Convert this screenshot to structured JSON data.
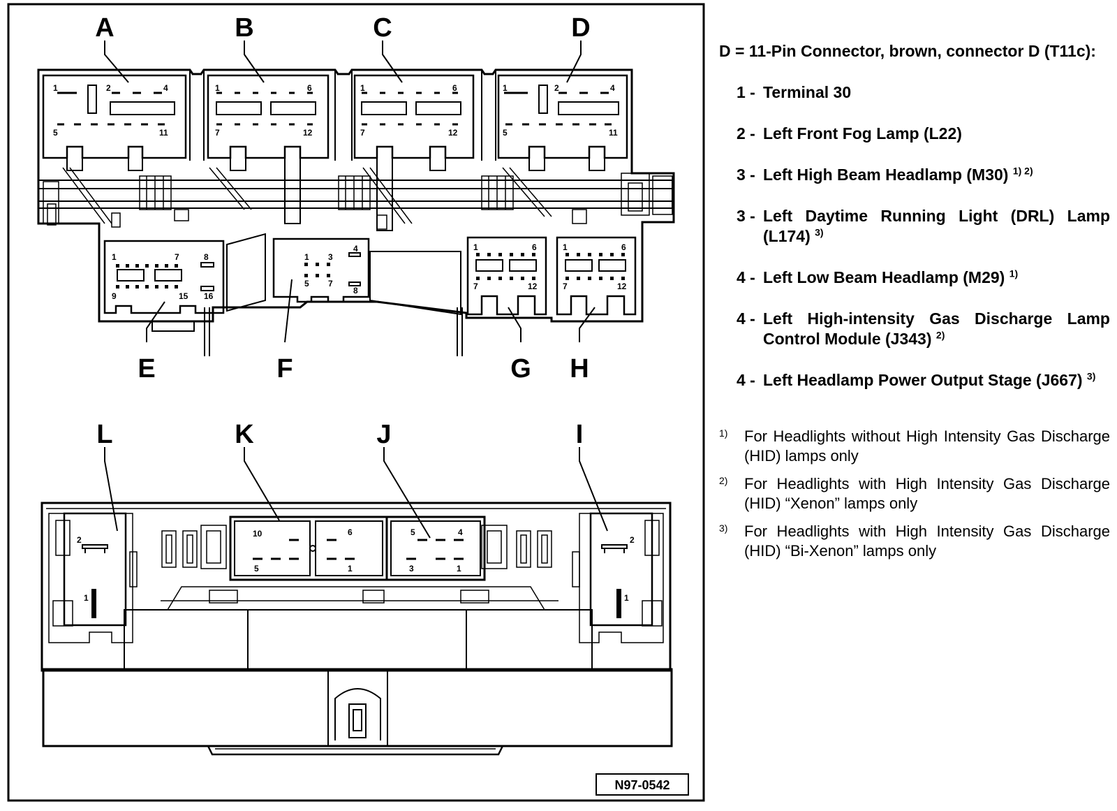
{
  "callouts": {
    "A": "A",
    "B": "B",
    "C": "C",
    "D": "D",
    "E": "E",
    "F": "F",
    "G": "G",
    "H": "H",
    "L": "L",
    "K": "K",
    "J": "J",
    "I": "I"
  },
  "pin_labels": {
    "a1": "1",
    "a2": "2",
    "a4": "4",
    "a5": "5",
    "a11": "11",
    "b1": "1",
    "b6": "6",
    "b7": "7",
    "b12": "12",
    "c1": "1",
    "c6": "6",
    "c7": "7",
    "c12": "12",
    "d1": "1",
    "d2": "2",
    "d4": "4",
    "d5": "5",
    "d11": "11",
    "e1": "1",
    "e7": "7",
    "e8": "8",
    "e9": "9",
    "e15": "15",
    "e16": "16",
    "f1": "1",
    "f3": "3",
    "f4": "4",
    "f5": "5",
    "f7": "7",
    "f8": "8",
    "g1": "1",
    "g6": "6",
    "g7": "7",
    "g12": "12",
    "h1": "1",
    "h6": "6",
    "h7": "7",
    "h12": "12",
    "l2": "2",
    "l1": "1",
    "k10": "10",
    "k6": "6",
    "k5": "5",
    "k1": "1",
    "j5": "5",
    "j4": "4",
    "j3": "3",
    "j1": "1",
    "i2": "2",
    "i1": "1"
  },
  "figure_id": "N97-0542",
  "legend": {
    "title": "D = 11-Pin Connector, brown, connector D (T11c):",
    "pins": [
      {
        "num": "1 -",
        "desc": "Terminal 30",
        "sup": ""
      },
      {
        "num": "2 -",
        "desc": "Left Front Fog Lamp (L22)",
        "sup": ""
      },
      {
        "num": "3 -",
        "desc": "Left High Beam Headlamp (M30)",
        "sup": "1) 2)"
      },
      {
        "num": "3 -",
        "desc": "Left Daytime Running Light (DRL) Lamp (L174)",
        "sup": "3)"
      },
      {
        "num": "4 -",
        "desc": "Left Low Beam Headlamp (M29)",
        "sup": "1)"
      },
      {
        "num": "4 -",
        "desc": "Left High-intensity Gas Discharge Lamp Control Module (J343)",
        "sup": "2)"
      },
      {
        "num": "4 -",
        "desc": "Left Headlamp Power Output Stage (J667)",
        "sup": "3)"
      }
    ],
    "notes": [
      {
        "mark": "1)",
        "text": "For Headlights without High Intensity Gas Discharge (HID) lamps only"
      },
      {
        "mark": "2)",
        "text": "For Headlights with High Intensity Gas Discharge (HID) “Xenon” lamps only"
      },
      {
        "mark": "3)",
        "text": "For Headlights with High Intensity Gas Discharge (HID) “Bi-Xenon” lamps only"
      }
    ]
  }
}
